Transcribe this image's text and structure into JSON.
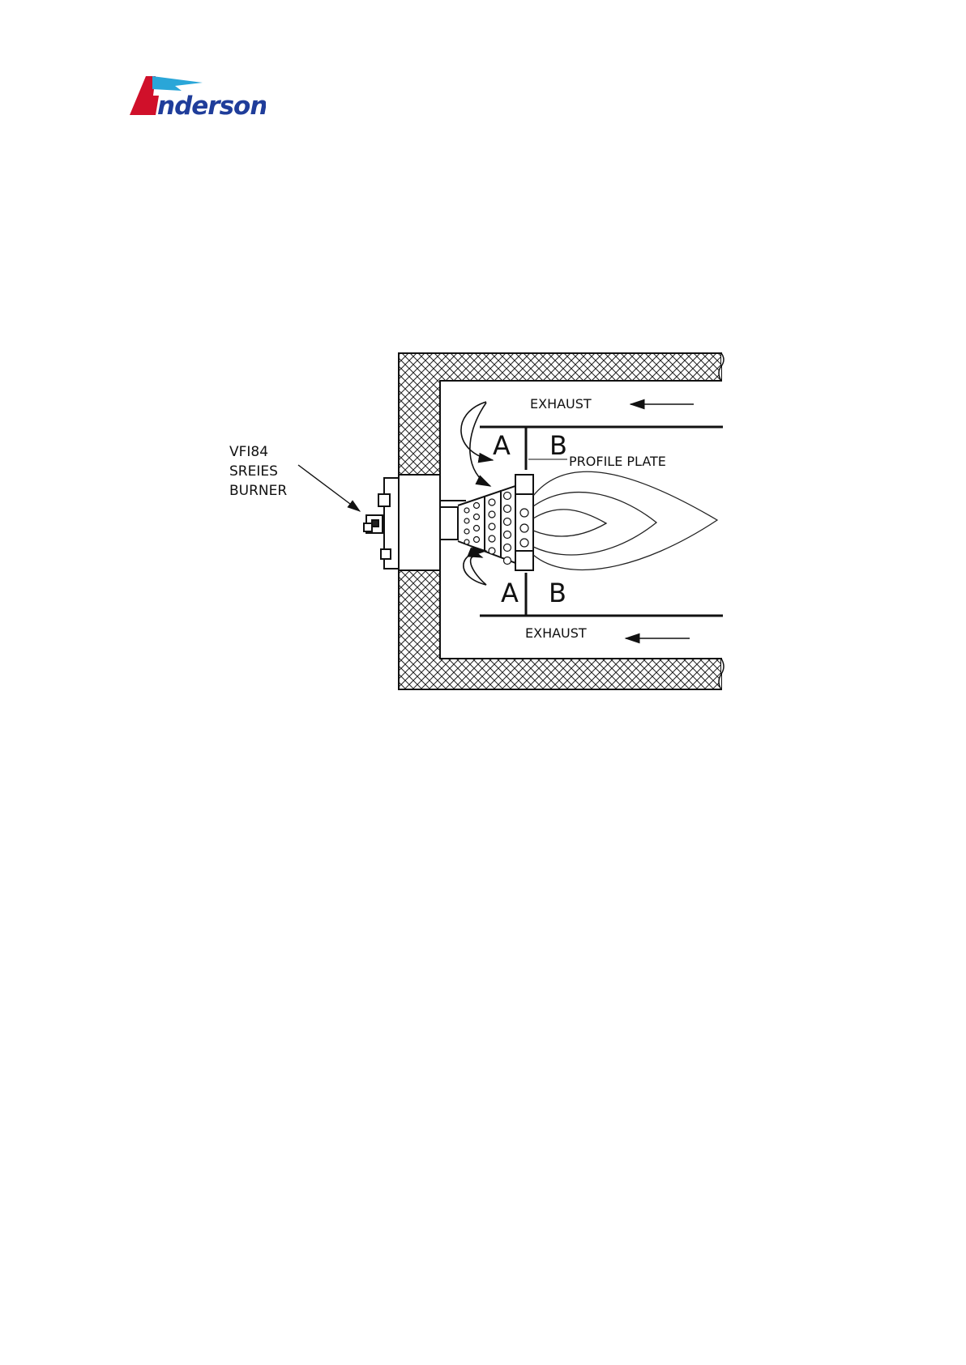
{
  "logo": {
    "text": "Anderson",
    "primary_color": "#d0102a",
    "accent_color": "#2aa6d8",
    "text_color": "#1f3d9a"
  },
  "diagram": {
    "burner_label": [
      "VFI84",
      "SREIES",
      "BURNER"
    ],
    "exhaust_top": "EXHAUST",
    "exhaust_bottom": "EXHAUST",
    "profile_plate": "PROFILE PLATE",
    "zone_a": "A",
    "zone_b": "B"
  }
}
